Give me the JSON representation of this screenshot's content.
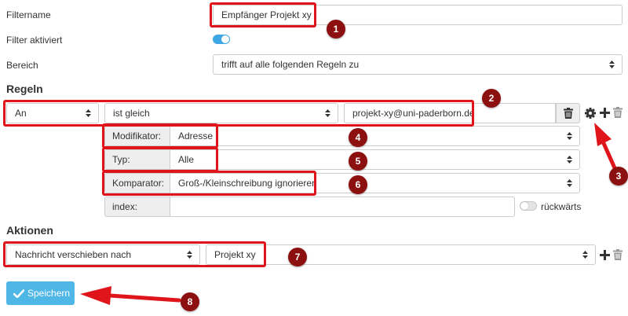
{
  "colors": {
    "accent": "#3ea7e3",
    "highlight": "#e0151b",
    "badge": "#8c1010",
    "save": "#4fb7e6"
  },
  "general": {
    "filtername_label": "Filtername",
    "filtername_value": "Empfänger Projekt xy",
    "active_label": "Filter aktiviert",
    "active_toggle_on": true,
    "scope_label": "Bereich",
    "scope_value": "trifft auf alle folgenden Regeln zu"
  },
  "rules": {
    "title": "Regeln",
    "header_select": "An",
    "operator_select": "ist gleich",
    "value": "projekt-xy@uni-paderborn.de",
    "modifier_label": "Modifikator:",
    "modifier_value": "Adresse",
    "type_label": "Typ:",
    "type_value": "Alle",
    "comparator_label": "Komparator:",
    "comparator_value": "Groß-/Kleinschreibung ignorieren",
    "index_label": "index:",
    "index_value": "",
    "reverse_label": "rückwärts",
    "reverse_toggle_on": false
  },
  "actions": {
    "title": "Aktionen",
    "action_select": "Nachricht verschieben nach",
    "folder_select": "Projekt xy"
  },
  "save_label": "Speichern",
  "badges": [
    "1",
    "2",
    "3",
    "4",
    "5",
    "6",
    "7",
    "8"
  ]
}
